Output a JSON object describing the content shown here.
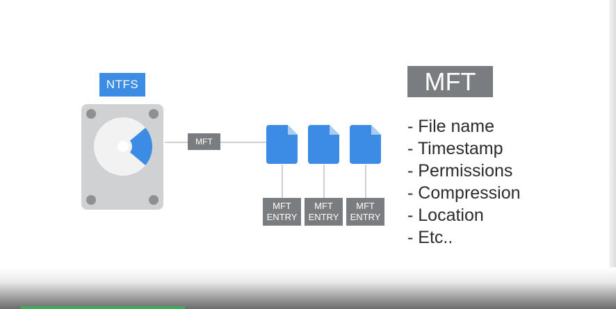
{
  "ntfs_label": "NTFS",
  "mft_tag": "MFT",
  "entries": [
    {
      "line1": "MFT",
      "line2": "ENTRY"
    },
    {
      "line1": "MFT",
      "line2": "ENTRY"
    },
    {
      "line1": "MFT",
      "line2": "ENTRY"
    }
  ],
  "panel": {
    "title": "MFT",
    "attributes": [
      "- File name",
      "- Timestamp",
      "- Permissions",
      "- Compression",
      "- Location",
      "- Etc.."
    ]
  },
  "colors": {
    "accent_blue": "#3d8ce3",
    "label_gray": "#7a7d80",
    "drive_gray": "#cfd1d3",
    "progress_green": "#3fae5a"
  },
  "icons": {
    "drive": "hard-drive-icon",
    "file": "document-icon"
  }
}
